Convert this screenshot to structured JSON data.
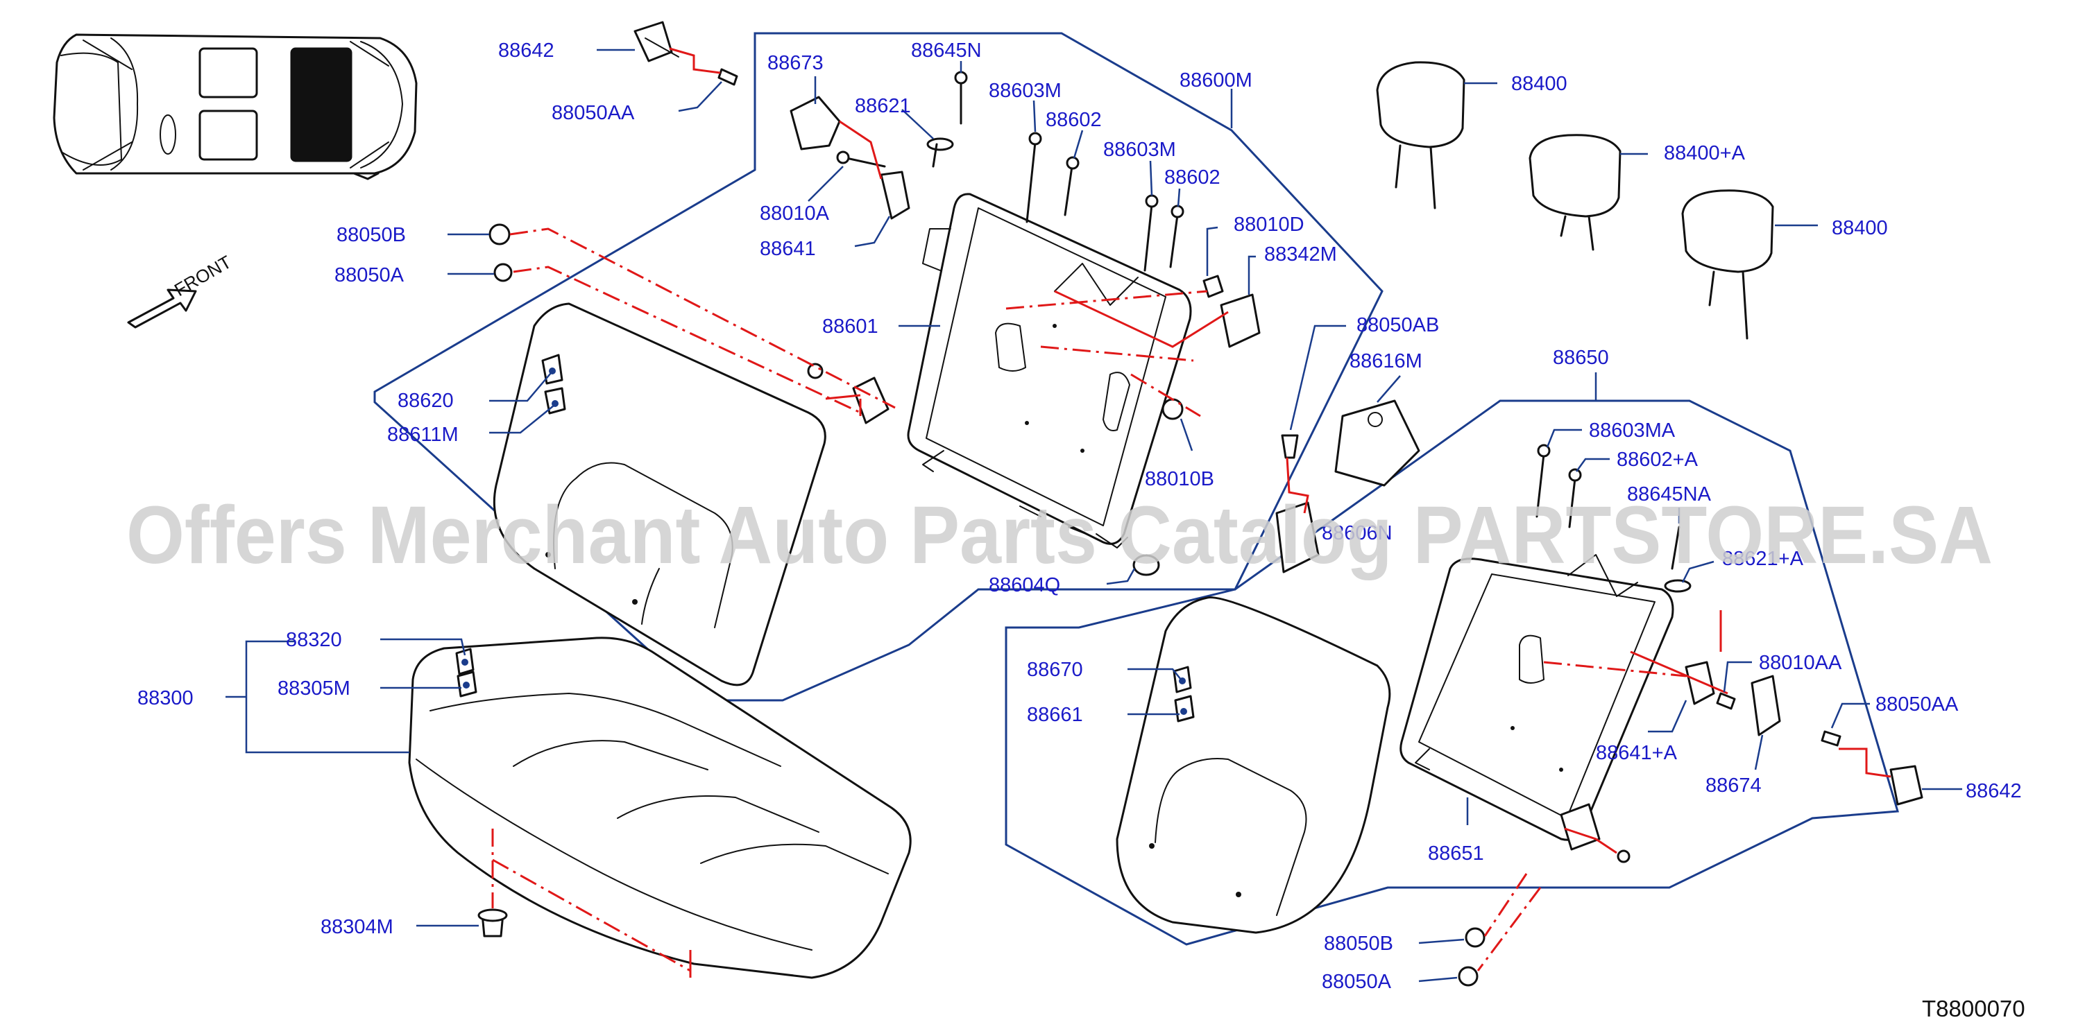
{
  "direction_label": "FRONT",
  "watermark": "Offers Merchant Auto Parts Catalog PARTSTORE.SA",
  "diagram_code": "T8800070",
  "colors": {
    "label": "#1a1ac8",
    "leader": "#1a3c8c",
    "alignment": "#e01818",
    "drawing": "#111111"
  },
  "labels": [
    "88642",
    "88050AA",
    "88673",
    "88645N",
    "88621",
    "88603M",
    "88602",
    "88603M",
    "88602",
    "88600M",
    "88010A",
    "88641",
    "88010D",
    "88342M",
    "88050B",
    "88050A",
    "88601",
    "88620",
    "88611M",
    "88010B",
    "88604Q",
    "88400",
    "88400+A",
    "88400",
    "88050AB",
    "88616M",
    "88650",
    "88603MA",
    "88602+A",
    "88645NA",
    "88606N",
    "88621+A",
    "88010AA",
    "88641+A",
    "88674",
    "88050AA",
    "88642",
    "88670",
    "88661",
    "88651",
    "88050B",
    "88050A",
    "88320",
    "88305M",
    "88300",
    "88304M"
  ]
}
